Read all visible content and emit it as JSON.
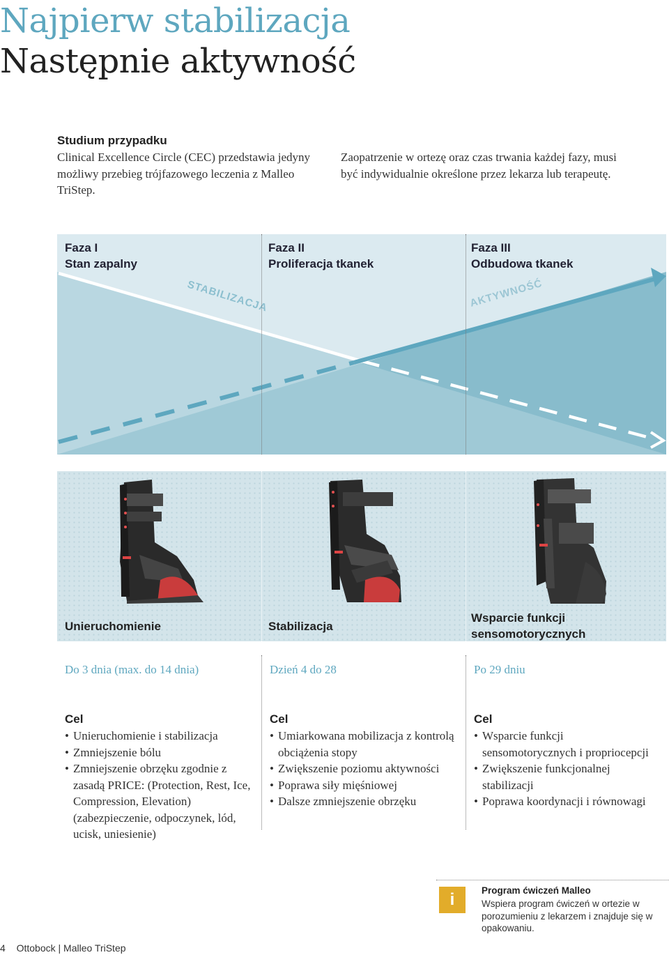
{
  "header": {
    "title_line1": "Najpierw stabilizacja",
    "title_line2": "Następnie aktywność"
  },
  "intro": {
    "heading": "Studium przypadku",
    "left_text": "Clinical Excellence Circle (CEC) przedstawia jedyny możliwy przebieg trójfazowego leczenia z Malleo TriStep.",
    "right_text": "Zaopatrzenie w ortezę oraz czas trwania każdej fazy, musi być indywidualnie określone przez lekarza lub terapeutę."
  },
  "diagram": {
    "phases": [
      {
        "name": "Faza I",
        "subtitle": "Stan zapalny"
      },
      {
        "name": "Faza II",
        "subtitle": "Proliferacja tkanek"
      },
      {
        "name": "Faza III",
        "subtitle": "Odbudowa tkanek"
      }
    ],
    "label_stabilization": "STABILIZACJA",
    "label_activity": "AKTYWNOŚĆ",
    "colors": {
      "panel_light": "#dbeaf0",
      "panel_mid": "#b9d7e1",
      "panel_dark": "#88bccc",
      "accent": "#5ea7bf"
    }
  },
  "devices": [
    {
      "label": "Unieruchomienie"
    },
    {
      "label": "Stabilizacja"
    },
    {
      "label": "Wsparcie funkcji sensomotorycznych"
    }
  ],
  "durations": [
    "Do 3 dnia (max. do 14 dnia)",
    "Dzień 4 do 28",
    "Po 29 dniu"
  ],
  "goals": [
    {
      "heading": "Cel",
      "items": [
        "Unieruchomienie i stabilizacja",
        "Zmniejszenie bólu",
        "Zmniejszenie obrzęku zgodnie z zasadą PRICE: (Protection, Rest, Ice, Compression, Elevation) (zabezpieczenie, odpoczynek, lód, ucisk, uniesienie)"
      ]
    },
    {
      "heading": "Cel",
      "items": [
        "Umiarkowana mobilizacja z kontrolą obciążenia stopy",
        "Zwiększenie poziomu aktywności",
        "Poprawa siły mięśniowej",
        "Dalsze zmniejszenie obrzęku"
      ]
    },
    {
      "heading": "Cel",
      "items": [
        "Wsparcie funkcji sensomotorycznych i propriocepcji",
        "Zwiększenie funkcjonalnej stabilizacji",
        "Poprawa koordynacji i równowagi"
      ]
    }
  ],
  "info": {
    "icon": "i",
    "title": "Program ćwiczeń Malleo",
    "text": "Wspiera program ćwiczeń w ortezie w porozumieniu z lekarzem i znajduje się w opakowaniu."
  },
  "footer": {
    "page_number": "4",
    "brand": "Ottobock",
    "separator": "|",
    "product": "Malleo TriStep"
  }
}
